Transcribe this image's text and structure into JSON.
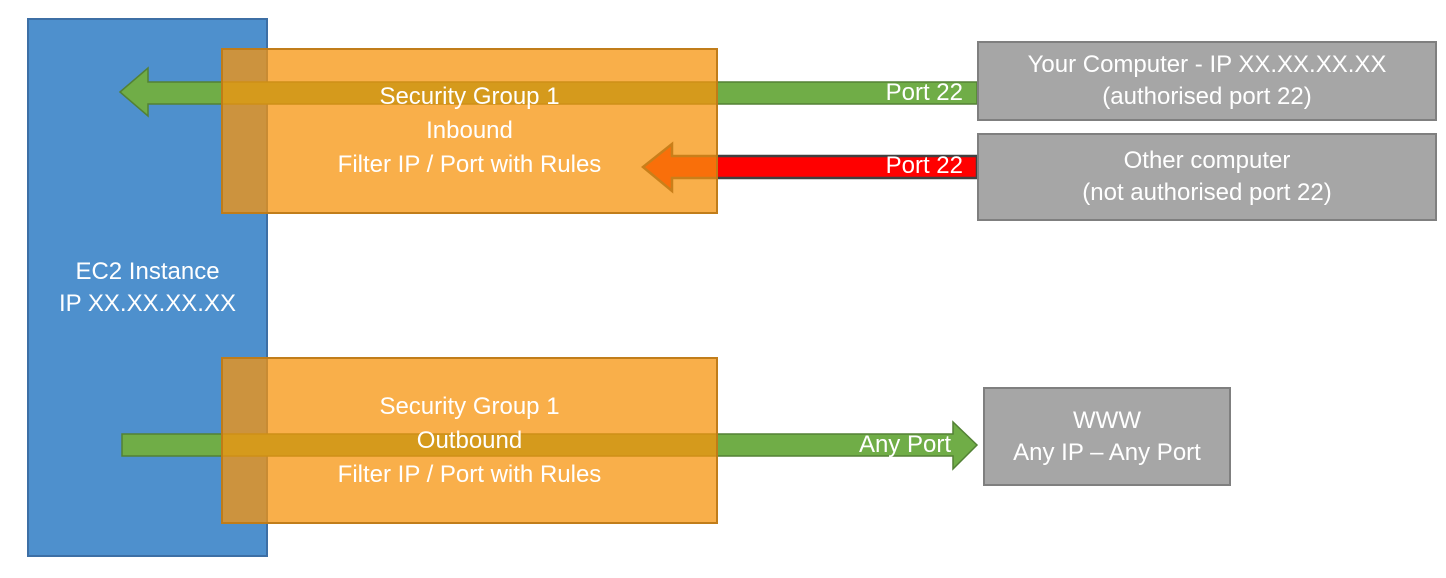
{
  "ec2": {
    "line1": "EC2 Instance",
    "line2": "IP XX.XX.XX.XX"
  },
  "sg_inbound": {
    "line1": "Security Group 1",
    "line2": "Inbound",
    "line3": "Filter IP / Port with Rules"
  },
  "sg_outbound": {
    "line1": "Security Group 1",
    "line2": "Outbound",
    "line3": "Filter IP / Port with Rules"
  },
  "your_computer": {
    "line1": "Your Computer - IP XX.XX.XX.XX",
    "line2": "(authorised port 22)"
  },
  "other_computer": {
    "line1": "Other computer",
    "line2": "(not authorised port 22)"
  },
  "www": {
    "line1": "WWW",
    "line2": "Any IP – Any Port"
  },
  "arrow_labels": {
    "inbound_allowed": "Port 22",
    "inbound_blocked": "Port 22",
    "outbound": "Any Port"
  },
  "colors": {
    "instance_blue": "#4E90CD",
    "instance_blue_border": "#3D6FA5",
    "security_group_orange": "#F9AF4B",
    "security_group_orange_border": "#BE7A17",
    "allowed_green": "#70AD47",
    "allowed_green_border": "#538135",
    "blocked_red": "#FF0000",
    "blocked_red_border": "#404040",
    "endpoint_gray": "#A6A6A6",
    "endpoint_gray_border": "#7F7F7F",
    "text_white": "#FFFFFF"
  }
}
